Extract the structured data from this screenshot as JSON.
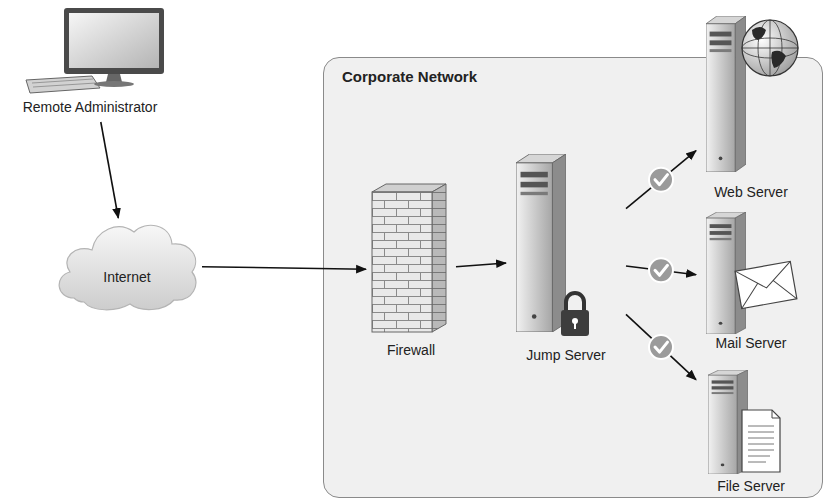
{
  "diagram": {
    "nodes": [
      {
        "text": [
          "Remote Administrator"
        ]
      },
      {
        "text": [
          "Internet"
        ]
      },
      {
        "text": [
          "Corporate Network"
        ]
      },
      {
        "text": [
          "Firewall"
        ],
        "in": 2
      },
      {
        "text": [
          "Jump Server"
        ],
        "in": 2
      },
      {
        "text": [
          "Web Server"
        ],
        "in": 2
      },
      {
        "text": [
          "Mail Server"
        ],
        "in": 2
      },
      {
        "text": [
          "File Server"
        ],
        "in": 2
      }
    ],
    "edges": [
      {
        "from": 0,
        "to": 1,
        "arrow": "to"
      },
      {
        "from": 1,
        "to": 3,
        "arrow": "to"
      },
      {
        "from": 3,
        "to": 4,
        "arrow": "to"
      },
      {
        "from": 4,
        "to": 5,
        "arrow": "to"
      },
      {
        "from": 4,
        "to": 6,
        "arrow": "to"
      },
      {
        "from": 4,
        "to": 7,
        "arrow": "to"
      }
    ]
  }
}
